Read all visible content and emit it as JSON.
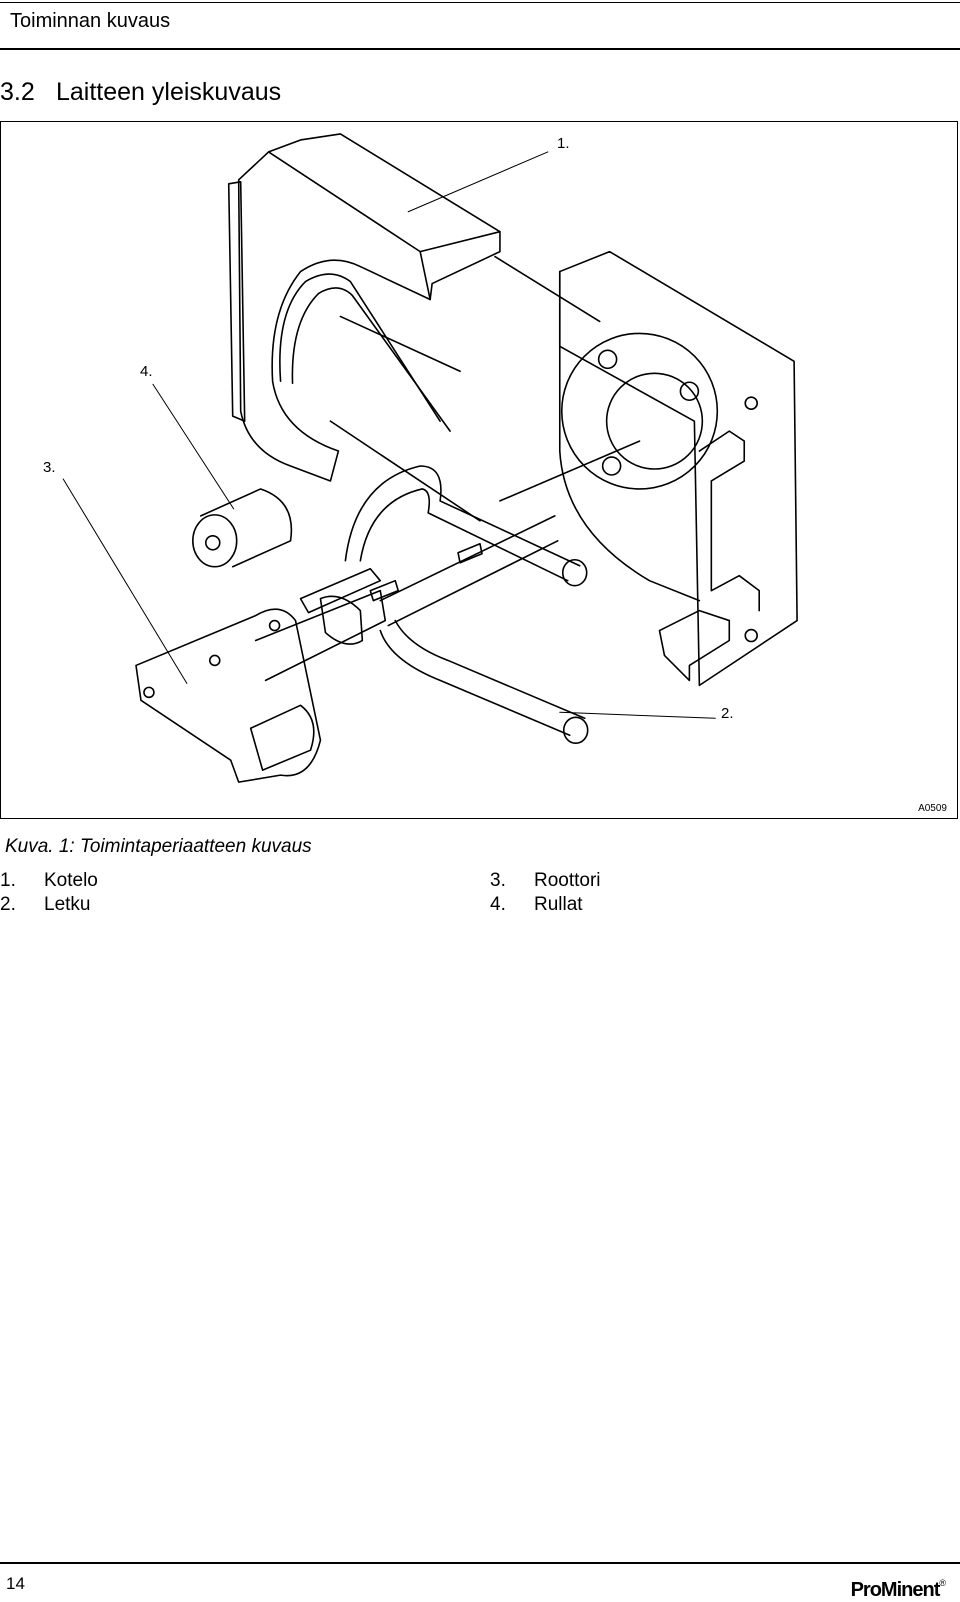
{
  "header": {
    "title": "Toiminnan kuvaus"
  },
  "section": {
    "number": "3.2",
    "title": "Laitteen yleiskuvaus"
  },
  "figure": {
    "callouts": [
      "1.",
      "2.",
      "3.",
      "4."
    ],
    "code": "A0509"
  },
  "caption": "Kuva. 1: Toimintaperiaatteen kuvaus",
  "legend": [
    {
      "num": "1.",
      "label": "Kotelo"
    },
    {
      "num": "2.",
      "label": "Letku"
    },
    {
      "num": "3.",
      "label": "Roottori"
    },
    {
      "num": "4.",
      "label": "Rullat"
    }
  ],
  "footer": {
    "page_number": "14",
    "brand": "ProMinent",
    "brand_mark": "®"
  }
}
